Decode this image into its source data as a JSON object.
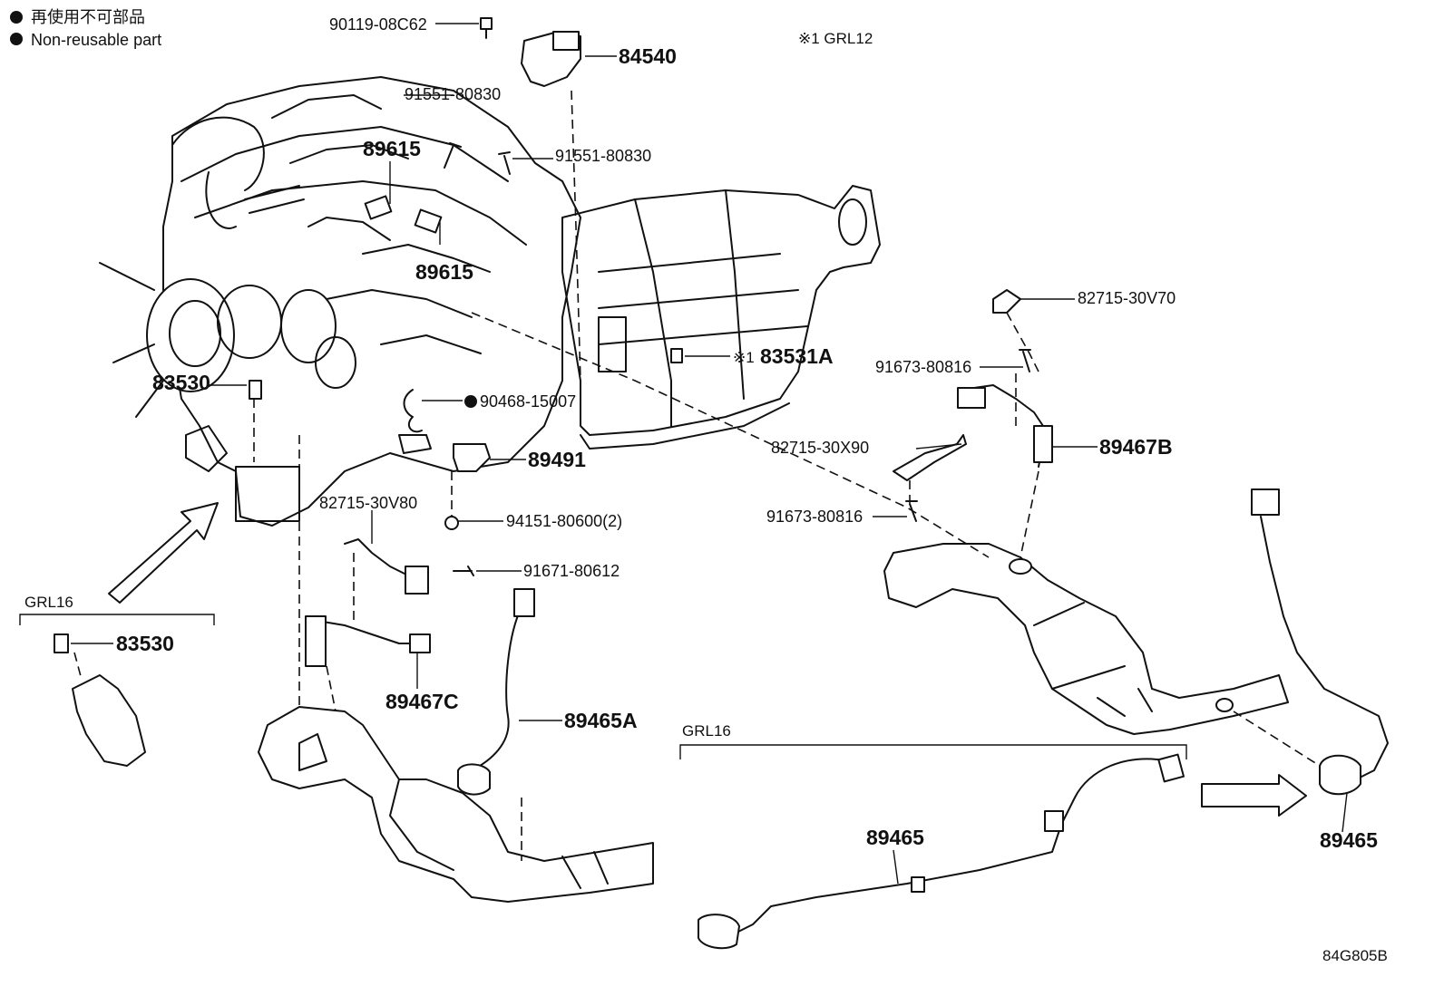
{
  "legend": {
    "reuse_jp": "再使用不可部品",
    "reuse_en": "Non-reusable part"
  },
  "note": "※1 GRL12",
  "diagram_code": "84G805B",
  "groups": {
    "grl16_left": "GRL16",
    "grl16_bottom": "GRL16"
  },
  "parts": {
    "p90119": "90119-08C62",
    "p84540": "84540",
    "p91551a": "91551-80830",
    "p91551b": "91551-80830",
    "p89615a": "89615",
    "p89615b": "89615",
    "p82715v70": "82715-30V70",
    "p83531a": "83531A",
    "p83531_mark": "※1",
    "p91673a": "91673-80816",
    "p83530a": "83530",
    "p90468": "90468-15007",
    "p82715x90": "82715-30X90",
    "p89467b": "89467B",
    "p89491": "89491",
    "p82715v80": "82715-30V80",
    "p94151": "94151-80600(2)",
    "p91673b": "91673-80816",
    "p91671": "91671-80612",
    "p83530b": "83530",
    "p89467c": "89467C",
    "p89465a": "89465A",
    "p89465b": "89465",
    "p89465c": "89465"
  },
  "colors": {
    "line": "#111111",
    "background": "#ffffff"
  }
}
